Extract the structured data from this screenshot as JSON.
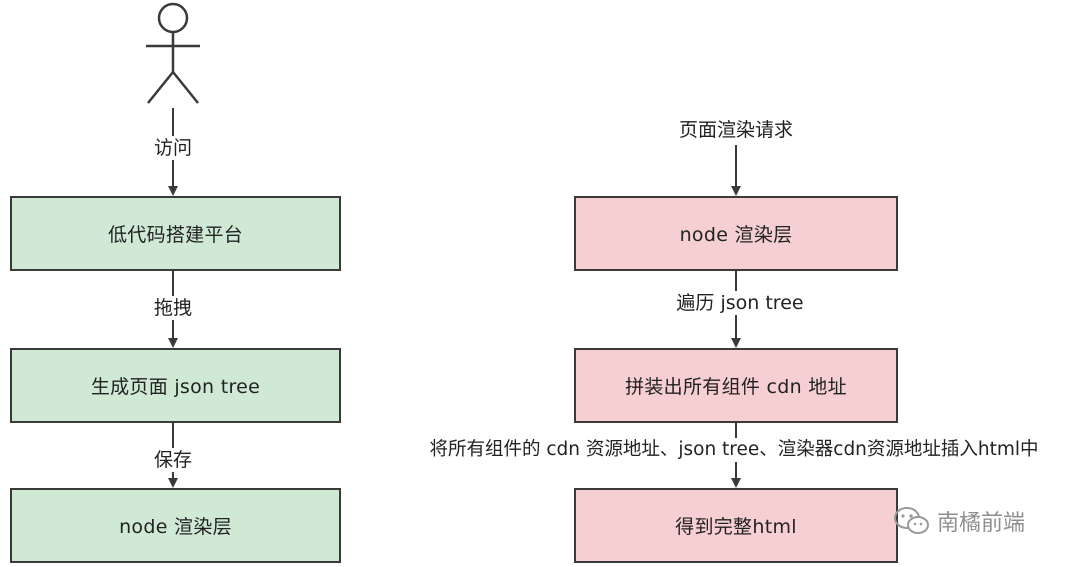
{
  "left_flow": {
    "edges": [
      "访问",
      "拖拽",
      "保存"
    ],
    "boxes": [
      "低代码搭建平台",
      "生成页面 json tree",
      "node 渲染层"
    ]
  },
  "right_flow": {
    "start_label": "页面渲染请求",
    "edges": [
      "遍历 json tree",
      "将所有组件的 cdn 资源地址、json tree、渲染器cdn资源地址插入html中"
    ],
    "boxes": [
      "node 渲染层",
      "拼装出所有组件 cdn 地址",
      "得到完整html"
    ]
  },
  "watermark": {
    "text": "南橘前端",
    "icon": "wechat-icon"
  },
  "colors": {
    "left_box_fill": "#cfe9d4",
    "right_box_fill": "#f5cfd2",
    "border": "#3a3a3a"
  }
}
